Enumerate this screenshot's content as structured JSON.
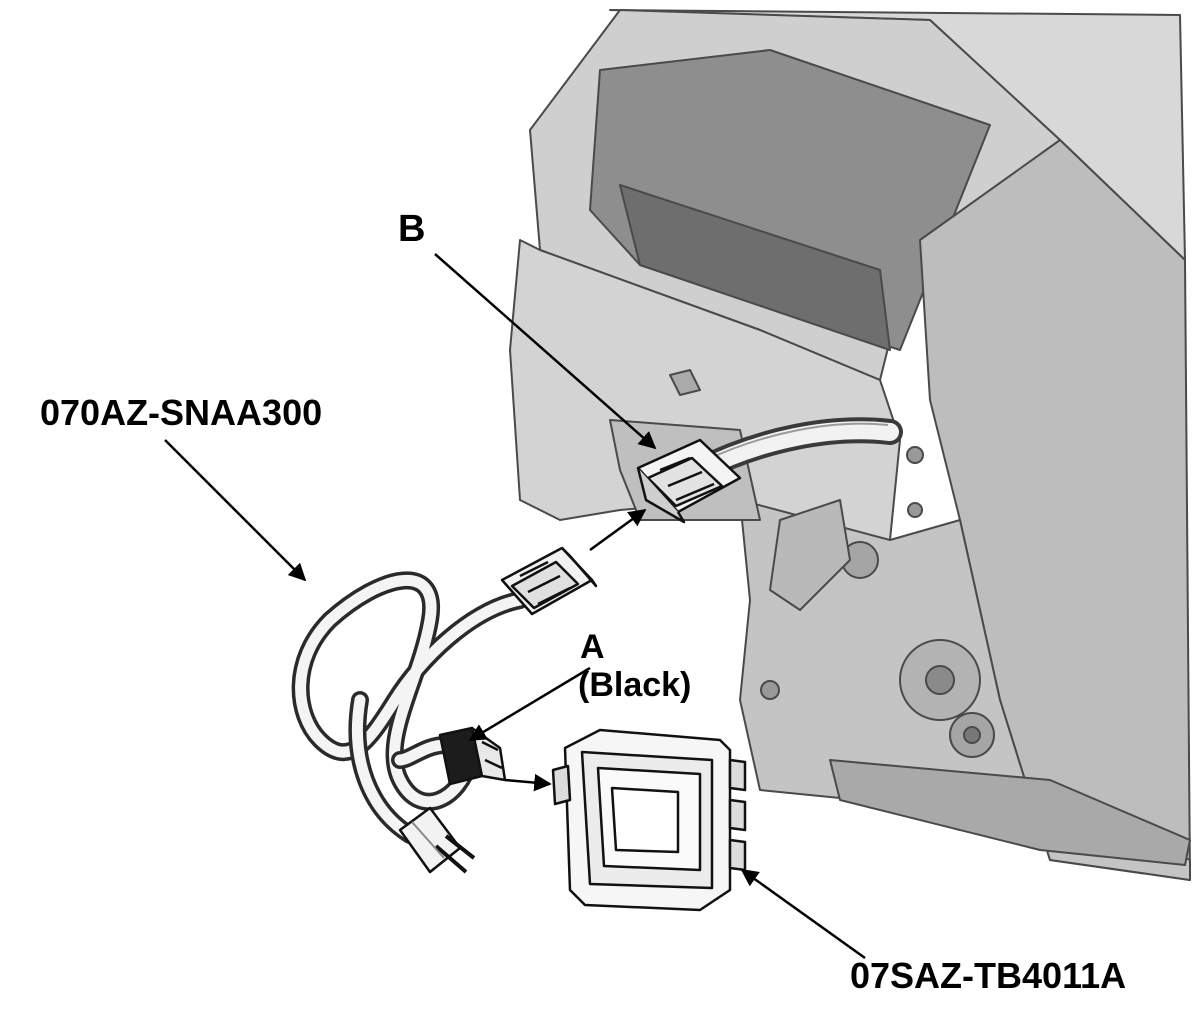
{
  "labels": {
    "b": "B",
    "cable_part": "070AZ-SNAA300",
    "a": "A",
    "a_note": "(Black)",
    "box_part": "07SAZ-TB4011A"
  },
  "colors": {
    "ink": "#000000",
    "housing_fill": "#c9c9c9",
    "housing_dark": "#7f7f7f",
    "housing_light": "#e4e4e4",
    "background": "#ffffff"
  },
  "icons": {
    "arrow": "callout-arrow",
    "connector": "harness-connector-icon",
    "plug": "ac-plug-icon",
    "adapter": "power-adapter-box-icon"
  }
}
